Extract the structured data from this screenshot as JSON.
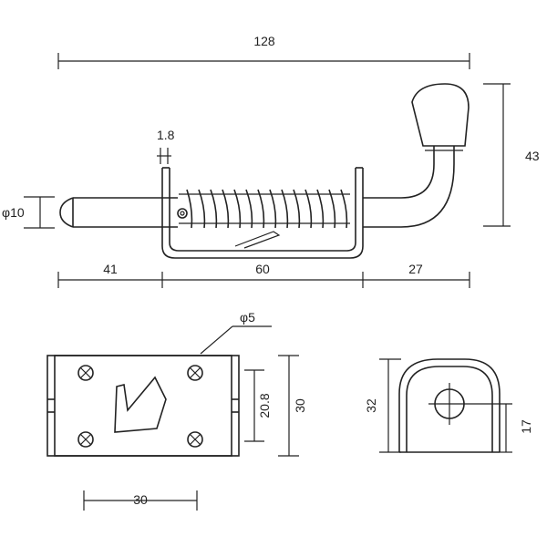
{
  "dimensions": {
    "overall_length": "128",
    "height": "43",
    "plate_thickness": "1.8",
    "pin_diameter": "φ10",
    "pin_extension": "41",
    "bracket_length": "60",
    "handle_offset": "27",
    "hole_diameter": "φ5",
    "plate_inner_height": "20.8",
    "plate_height": "30",
    "plate_width": "30",
    "lug_height": "32",
    "lug_hole_height": "17"
  }
}
